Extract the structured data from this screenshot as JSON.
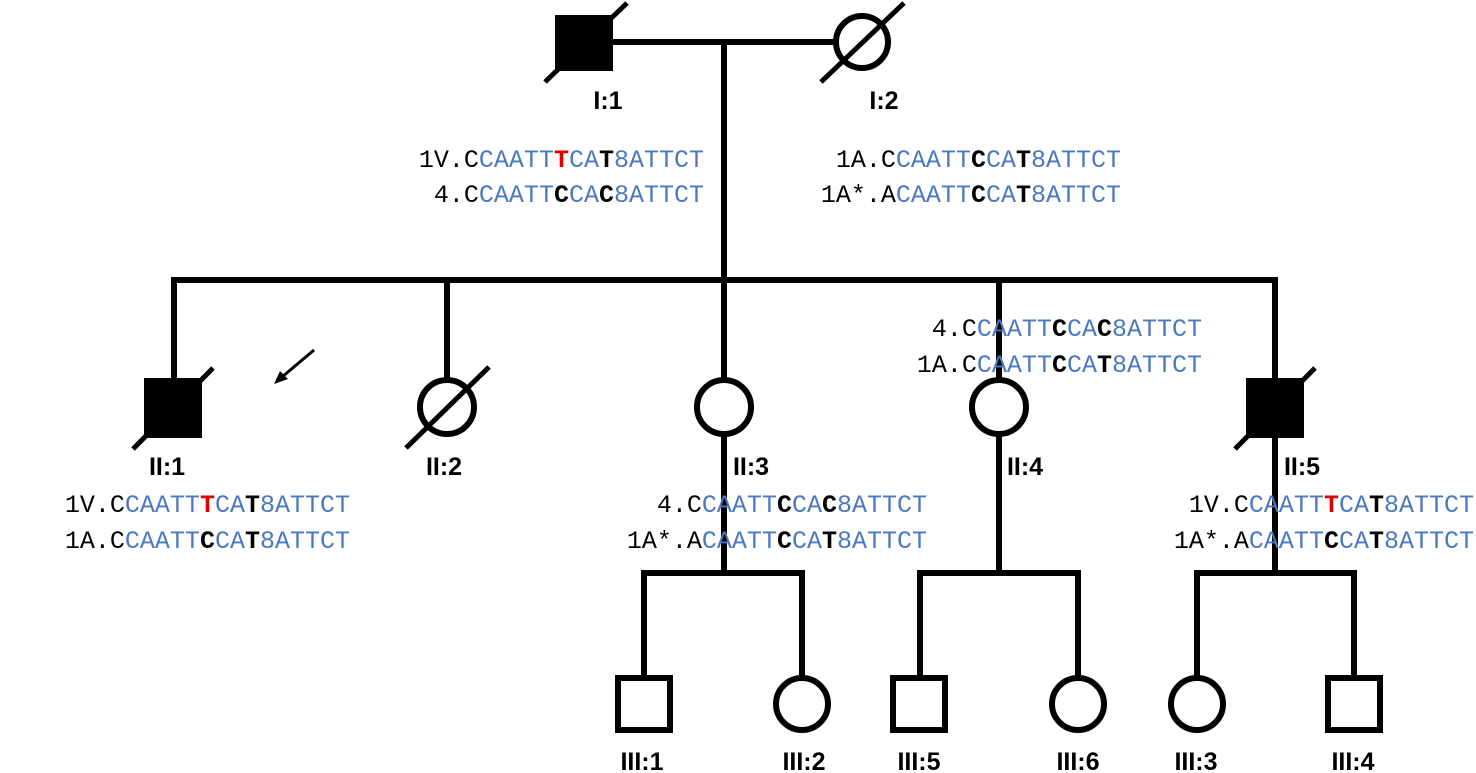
{
  "colors": {
    "line": "#000000",
    "blue": "#4a78c2",
    "red": "#e00000"
  },
  "individuals": [
    {
      "id": "I:1",
      "sex": "male",
      "affected": true,
      "deceased": true
    },
    {
      "id": "I:2",
      "sex": "female",
      "affected": false,
      "deceased": true
    },
    {
      "id": "II:1",
      "sex": "male",
      "affected": true,
      "deceased": true,
      "proband": true
    },
    {
      "id": "II:2",
      "sex": "female",
      "affected": false,
      "deceased": true
    },
    {
      "id": "II:3",
      "sex": "female",
      "affected": false,
      "deceased": false
    },
    {
      "id": "II:4",
      "sex": "female",
      "affected": false,
      "deceased": false
    },
    {
      "id": "II:5",
      "sex": "male",
      "affected": true,
      "deceased": true
    },
    {
      "id": "III:1",
      "sex": "male",
      "affected": false,
      "deceased": false
    },
    {
      "id": "III:2",
      "sex": "female",
      "affected": false,
      "deceased": false
    },
    {
      "id": "III:5",
      "sex": "male",
      "affected": false,
      "deceased": false
    },
    {
      "id": "III:6",
      "sex": "female",
      "affected": false,
      "deceased": false
    },
    {
      "id": "III:3",
      "sex": "female",
      "affected": false,
      "deceased": false
    },
    {
      "id": "III:4",
      "sex": "male",
      "affected": false,
      "deceased": false
    }
  ],
  "haplotypes": [
    {
      "owner": "I:1",
      "line": 1,
      "segments": [
        {
          "t": "1V.C",
          "c": "black"
        },
        {
          "t": "CAATT",
          "c": "blue"
        },
        {
          "t": "T",
          "c": "red"
        },
        {
          "t": "CA",
          "c": "blue"
        },
        {
          "t": "T",
          "c": "bold"
        },
        {
          "t": "8ATTCT",
          "c": "blue"
        }
      ]
    },
    {
      "owner": "I:1",
      "line": 2,
      "segments": [
        {
          "t": "4.C",
          "c": "black"
        },
        {
          "t": "CAATT",
          "c": "blue"
        },
        {
          "t": "C",
          "c": "bold"
        },
        {
          "t": "CA",
          "c": "blue"
        },
        {
          "t": "C",
          "c": "bold"
        },
        {
          "t": "8ATTCT",
          "c": "blue"
        }
      ]
    },
    {
      "owner": "I:2",
      "line": 1,
      "segments": [
        {
          "t": "1A.C",
          "c": "black"
        },
        {
          "t": "CAATT",
          "c": "blue"
        },
        {
          "t": "C",
          "c": "bold"
        },
        {
          "t": "CA",
          "c": "blue"
        },
        {
          "t": "T",
          "c": "bold"
        },
        {
          "t": "8ATTCT",
          "c": "blue"
        }
      ]
    },
    {
      "owner": "I:2",
      "line": 2,
      "segments": [
        {
          "t": "1A*.A",
          "c": "black"
        },
        {
          "t": "CAATT",
          "c": "blue"
        },
        {
          "t": "C",
          "c": "bold"
        },
        {
          "t": "CA",
          "c": "blue"
        },
        {
          "t": "T",
          "c": "bold"
        },
        {
          "t": "8ATTCT",
          "c": "blue"
        }
      ]
    },
    {
      "owner": "II:4",
      "line": 1,
      "segments": [
        {
          "t": "4.C",
          "c": "black"
        },
        {
          "t": "CAATT",
          "c": "blue"
        },
        {
          "t": "C",
          "c": "bold"
        },
        {
          "t": "CA",
          "c": "blue"
        },
        {
          "t": "C",
          "c": "bold"
        },
        {
          "t": "8ATTCT",
          "c": "blue"
        }
      ]
    },
    {
      "owner": "II:4",
      "line": 2,
      "segments": [
        {
          "t": "1A.C",
          "c": "black"
        },
        {
          "t": "CAATT",
          "c": "blue"
        },
        {
          "t": "C",
          "c": "bold"
        },
        {
          "t": "CA",
          "c": "blue"
        },
        {
          "t": "T",
          "c": "bold"
        },
        {
          "t": "8ATTCT",
          "c": "blue"
        }
      ]
    },
    {
      "owner": "II:1",
      "line": 1,
      "segments": [
        {
          "t": "1V.C",
          "c": "black"
        },
        {
          "t": "CAATT",
          "c": "blue"
        },
        {
          "t": "T",
          "c": "red"
        },
        {
          "t": "CA",
          "c": "blue"
        },
        {
          "t": "T",
          "c": "bold"
        },
        {
          "t": "8ATTCT",
          "c": "blue"
        }
      ]
    },
    {
      "owner": "II:1",
      "line": 2,
      "segments": [
        {
          "t": "1A.C",
          "c": "black"
        },
        {
          "t": "CAATT",
          "c": "blue"
        },
        {
          "t": "C",
          "c": "bold"
        },
        {
          "t": "CA",
          "c": "blue"
        },
        {
          "t": "T",
          "c": "bold"
        },
        {
          "t": "8ATTCT",
          "c": "blue"
        }
      ]
    },
    {
      "owner": "II:3",
      "line": 1,
      "segments": [
        {
          "t": "4.C",
          "c": "black"
        },
        {
          "t": "CAATT",
          "c": "blue"
        },
        {
          "t": "C",
          "c": "bold"
        },
        {
          "t": "CA",
          "c": "blue"
        },
        {
          "t": "C",
          "c": "bold"
        },
        {
          "t": "8ATTCT",
          "c": "blue"
        }
      ]
    },
    {
      "owner": "II:3",
      "line": 2,
      "segments": [
        {
          "t": "1A*.A",
          "c": "black"
        },
        {
          "t": "CAATT",
          "c": "blue"
        },
        {
          "t": "C",
          "c": "bold"
        },
        {
          "t": "CA",
          "c": "blue"
        },
        {
          "t": "T",
          "c": "bold"
        },
        {
          "t": "8ATTCT",
          "c": "blue"
        }
      ]
    },
    {
      "owner": "II:5",
      "line": 1,
      "segments": [
        {
          "t": "1V.C",
          "c": "black"
        },
        {
          "t": "CAATT",
          "c": "blue"
        },
        {
          "t": "T",
          "c": "red"
        },
        {
          "t": "CA",
          "c": "blue"
        },
        {
          "t": "T",
          "c": "bold"
        },
        {
          "t": "8ATTCT",
          "c": "blue"
        }
      ]
    },
    {
      "owner": "II:5",
      "line": 2,
      "segments": [
        {
          "t": "1A*.A",
          "c": "black"
        },
        {
          "t": "CAATT",
          "c": "blue"
        },
        {
          "t": "C",
          "c": "bold"
        },
        {
          "t": "CA",
          "c": "blue"
        },
        {
          "t": "T",
          "c": "bold"
        },
        {
          "t": "8ATTCT",
          "c": "blue"
        }
      ]
    }
  ]
}
